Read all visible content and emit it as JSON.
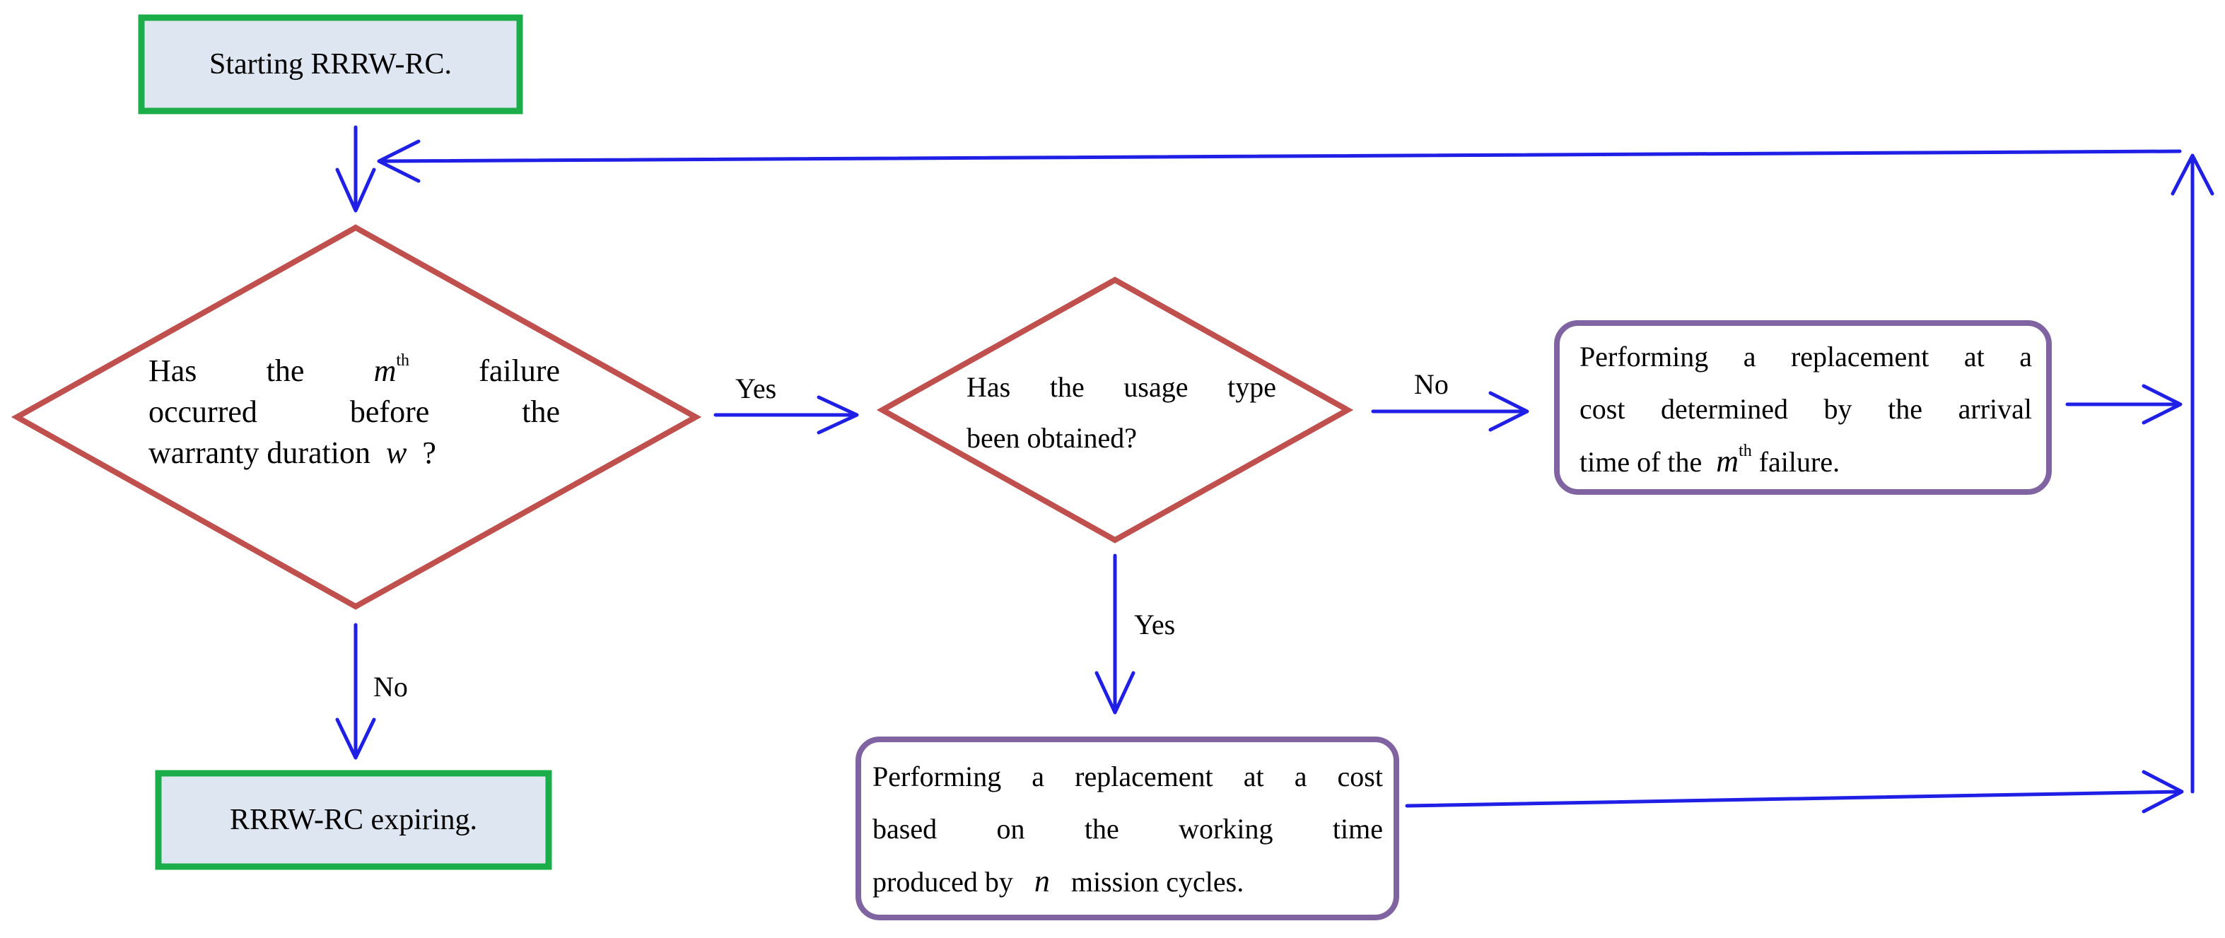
{
  "nodes": {
    "start": {
      "text": "Starting RRRW-RC."
    },
    "decision_failure": {
      "line1_a": "Has the",
      "var_m": "m",
      "sup_th": "th",
      "line1_b": "failure",
      "line2": "occurred before the",
      "line3_a": "warranty duration",
      "var_w": "w",
      "line3_b": "?"
    },
    "decision_usage": {
      "line1": "Has the usage type",
      "line2": "been obtained?"
    },
    "replace_arrival": {
      "line1": "Performing a replacement at a",
      "line2": "cost determined by the arrival",
      "line3_a": "time of the",
      "var_m": "m",
      "sup_th": "th",
      "line3_b": "failure."
    },
    "replace_working": {
      "line1": "Performing a replacement at a cost",
      "line2": "based on the working time",
      "line3_a": "produced by",
      "var_n": "n",
      "line3_b": "mission cycles."
    },
    "end": {
      "text": "RRRW-RC expiring."
    }
  },
  "edges": {
    "failure_yes": "Yes",
    "failure_no": "No",
    "usage_no": "No",
    "usage_yes": "Yes"
  },
  "colors": {
    "terminal_border": "#1aad4a",
    "terminal_fill": "#dde6f1",
    "decision_border": "#c0504d",
    "process_border": "#8064a2",
    "arrow": "#1f1fe6"
  }
}
